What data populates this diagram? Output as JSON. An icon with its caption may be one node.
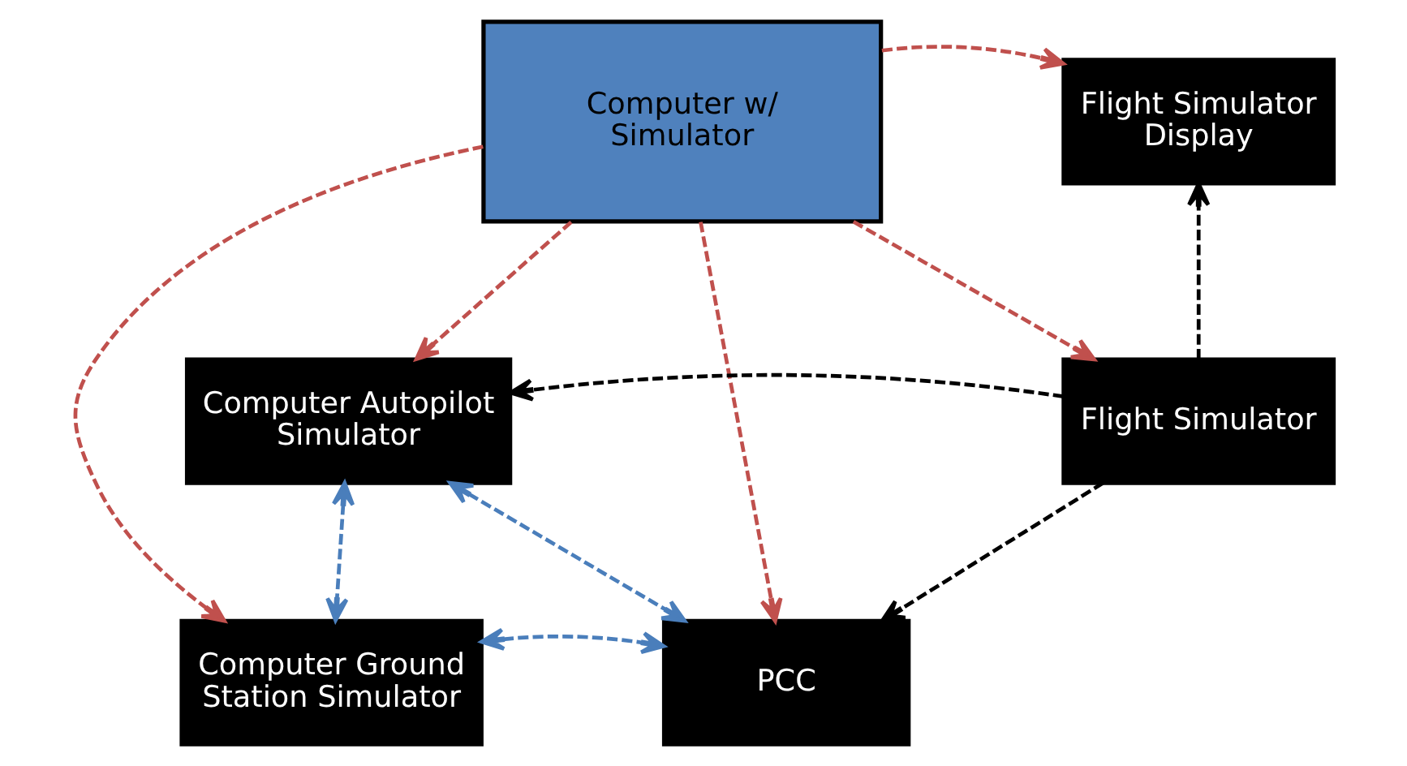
{
  "diagram": {
    "nodes": [
      {
        "text": [
          "Computer w/ Simulator"
        ]
      },
      {
        "text": [
          "Flight Simulator Display"
        ]
      },
      {
        "text": [
          "Computer Autopilot Simulator"
        ]
      },
      {
        "text": [
          "Flight Simulator"
        ]
      },
      {
        "text": [
          "Computer Ground Station Simulator"
        ]
      },
      {
        "text": [
          "PCC"
        ]
      }
    ],
    "edges": [
      {
        "from": 0,
        "to": 1,
        "arrow": "to",
        "style": "dashed"
      },
      {
        "from": 0,
        "to": 2,
        "arrow": "to",
        "style": "dashed"
      },
      {
        "from": 0,
        "to": 4,
        "arrow": "to",
        "style": "dashed"
      },
      {
        "from": 0,
        "to": 5,
        "arrow": "to",
        "style": "dashed"
      },
      {
        "from": 0,
        "to": 3,
        "arrow": "to",
        "style": "dashed"
      },
      {
        "from": 3,
        "to": 1,
        "arrow": "to",
        "style": "dashed",
        "color": "#000000"
      },
      {
        "from": 3,
        "to": 2,
        "arrow": "to",
        "style": "dashed",
        "color": "#000000"
      },
      {
        "from": 3,
        "to": 5,
        "arrow": "to",
        "style": "dashed",
        "color": "#000000"
      },
      {
        "from": 2,
        "to": 5,
        "arrow": "both",
        "style": "dashed",
        "color": "#4a7ebb"
      },
      {
        "from": 2,
        "to": 4,
        "arrow": "both",
        "style": "dashed",
        "color": "#4a7ebb"
      },
      {
        "from": 4,
        "to": 5,
        "arrow": "both",
        "style": "dashed",
        "color": "#4a7ebb"
      }
    ]
  }
}
